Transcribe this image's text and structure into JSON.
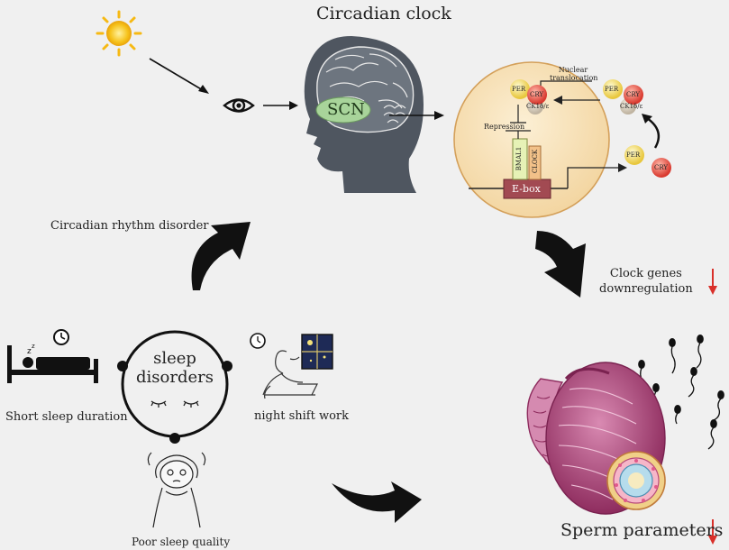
{
  "title": "Circadian clock",
  "brain_label": "SCN",
  "cell": {
    "nuclear_translocation": "Nuclear translocation",
    "repression": "Repression",
    "ebox": "E-box",
    "bmal1": "BMAL1",
    "clock": "CLOCK",
    "per": "PER",
    "cry": "CRY",
    "ck": "CK1δ/ε"
  },
  "labels": {
    "circadian_rhythm_disorder": "Circadian rhythm disorder",
    "clock_genes_line1": "Clock genes",
    "clock_genes_line2": "downregulation",
    "short_sleep": "Short sleep duration",
    "night_shift": "night shift work",
    "poor_sleep": "Poor sleep quality",
    "sperm": "Sperm parameters"
  },
  "center": {
    "line1": "sleep",
    "line2": "disorders"
  },
  "colors": {
    "background": "#f0f0f0",
    "sun": "#f6b913",
    "brain_head": "#4f5660",
    "scn": "#a8d49a",
    "cell": "#f9e4bf",
    "cell_border": "#d4a05a",
    "per": "#f3e27a",
    "cry": "#e8564a",
    "ebox": "#a24a52",
    "down_arrow": "#d9302a",
    "testis": "#b7467e"
  },
  "icons": [
    "sun-icon",
    "eye-icon",
    "head-brain-icon",
    "bed-icon",
    "clock-icon",
    "night-worker-icon",
    "poor-sleeper-icon",
    "testis-icon",
    "sperm-icon"
  ]
}
